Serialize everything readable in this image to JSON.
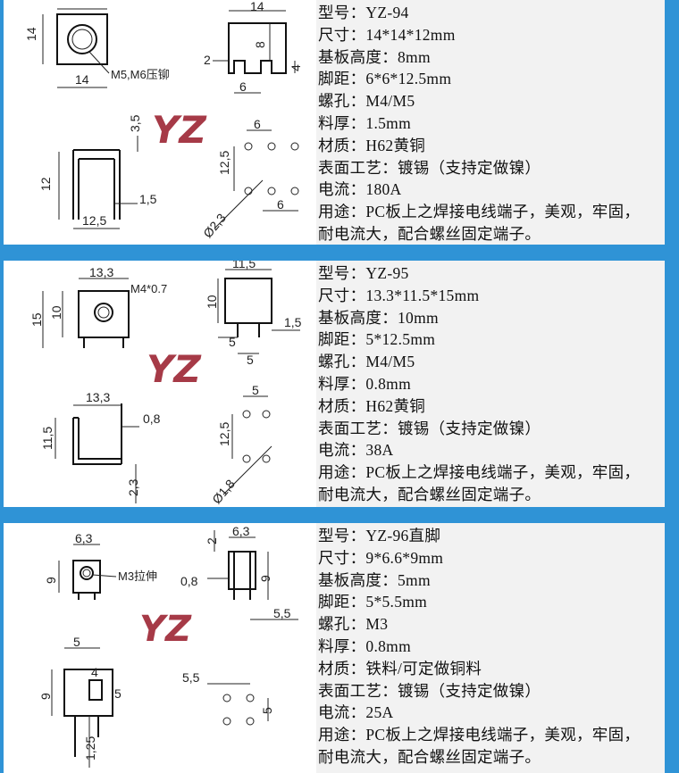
{
  "colors": {
    "background": "#2f93d6",
    "logo": "#a63a47"
  },
  "logo_text": "YZ",
  "products": [
    {
      "drawing_labels": {
        "w_top": "14",
        "h_side": "14",
        "w_bottom": "14",
        "hole": "M5,M6压铆",
        "d8": "8",
        "d2": "2",
        "d4": "4",
        "d6": "6",
        "d35": "3,5",
        "d12": "12",
        "d15": "1,5",
        "d125": "12,5",
        "p6a": "6",
        "p125": "12,5",
        "p6b": "6",
        "dia": "Ø2,3"
      },
      "specs": [
        "型号：YZ-94",
        "尺寸：14*14*12mm",
        "基板高度：8mm",
        "脚距：6*6*12.5mm",
        "螺孔：M4/M5",
        "料厚：1.5mm",
        "材质：H62黄铜",
        "表面工艺：镀锡（支持定做镍）",
        "电流：180A",
        "用途：PC板上之焊接电线端子，美观，牢固，",
        "耐电流大，配合螺丝固定端子。"
      ]
    },
    {
      "drawing_labels": {
        "w133": "13,3",
        "hole": "M4*0.7",
        "d15": "15",
        "d10": "10",
        "w115": "11,5",
        "d10b": "10",
        "d5a": "5",
        "d15b": "1,5",
        "d5b": "5",
        "w133b": "13,3",
        "d08": "0,8",
        "d115": "11,5",
        "d23": "2,3",
        "p5": "5",
        "p125": "12,5",
        "dia": "Ø1,8"
      },
      "specs": [
        "型号：YZ-95",
        "尺寸：13.3*11.5*15mm",
        "基板高度：10mm",
        "脚距：5*12.5mm",
        "螺孔：M4/M5",
        "料厚：0.8mm",
        "材质：H62黄铜",
        "表面工艺：镀锡（支持定做镍）",
        "电流：38A",
        "用途：PC板上之焊接电线端子，美观，牢固，",
        "耐电流大，配合螺丝固定端子。"
      ]
    },
    {
      "drawing_labels": {
        "w63": "6,3",
        "d9": "9",
        "hole": "M3拉伸",
        "d2": "2",
        "w63b": "6,3",
        "d08": "0,8",
        "d9b": "9",
        "d55": "5,5",
        "w5": "5",
        "d4": "4",
        "d9c": "9",
        "d5": "5",
        "d125": "1,25",
        "p55": "5,5",
        "p5": "5"
      },
      "specs": [
        "型号：YZ-96直脚",
        "尺寸：9*6.6*9mm",
        "基板高度：5mm",
        "脚距：5*5.5mm",
        "螺孔：M3",
        "料厚：0.8mm",
        "材质：铁料/可定做铜料",
        "表面工艺：镀锡（支持定做镍）",
        "电流：25A",
        "用途：PC板上之焊接电线端子，美观，牢固，",
        "耐电流大，配合螺丝固定端子。"
      ]
    }
  ]
}
